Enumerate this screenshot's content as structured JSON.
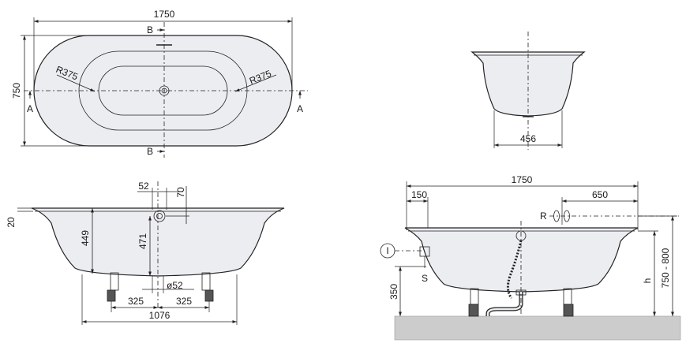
{
  "colors": {
    "tub_fill": "#ecedf1",
    "tub_inner": "#f7f8fa",
    "outline": "#222222",
    "floor": "#cccccc"
  },
  "plan_view": {
    "length": "1750",
    "width": "750",
    "radius_left": "R375",
    "radius_right": "R375",
    "section_b_top": "B",
    "section_b_bottom": "B",
    "section_a_left": "A",
    "section_a_right": "A"
  },
  "end_view": {
    "base_width": "456"
  },
  "side_view": {
    "rim_thickness": "20",
    "overflow_offset": "52",
    "overflow_height": "70",
    "inner_depth": "449",
    "outer_depth": "471",
    "drain_diameter": "ø52",
    "leg_spacing_left": "325",
    "leg_spacing_right": "325",
    "leg_span": "1076"
  },
  "install_view": {
    "total_length": "1750",
    "offset_left": "150",
    "tap_offset": "650",
    "tap_marker": "R",
    "pipe_marker_i": "I",
    "pipe_marker_s": "S",
    "floor_to_pipe": "350",
    "height_marker": "h",
    "height_range": "750 - 800"
  }
}
